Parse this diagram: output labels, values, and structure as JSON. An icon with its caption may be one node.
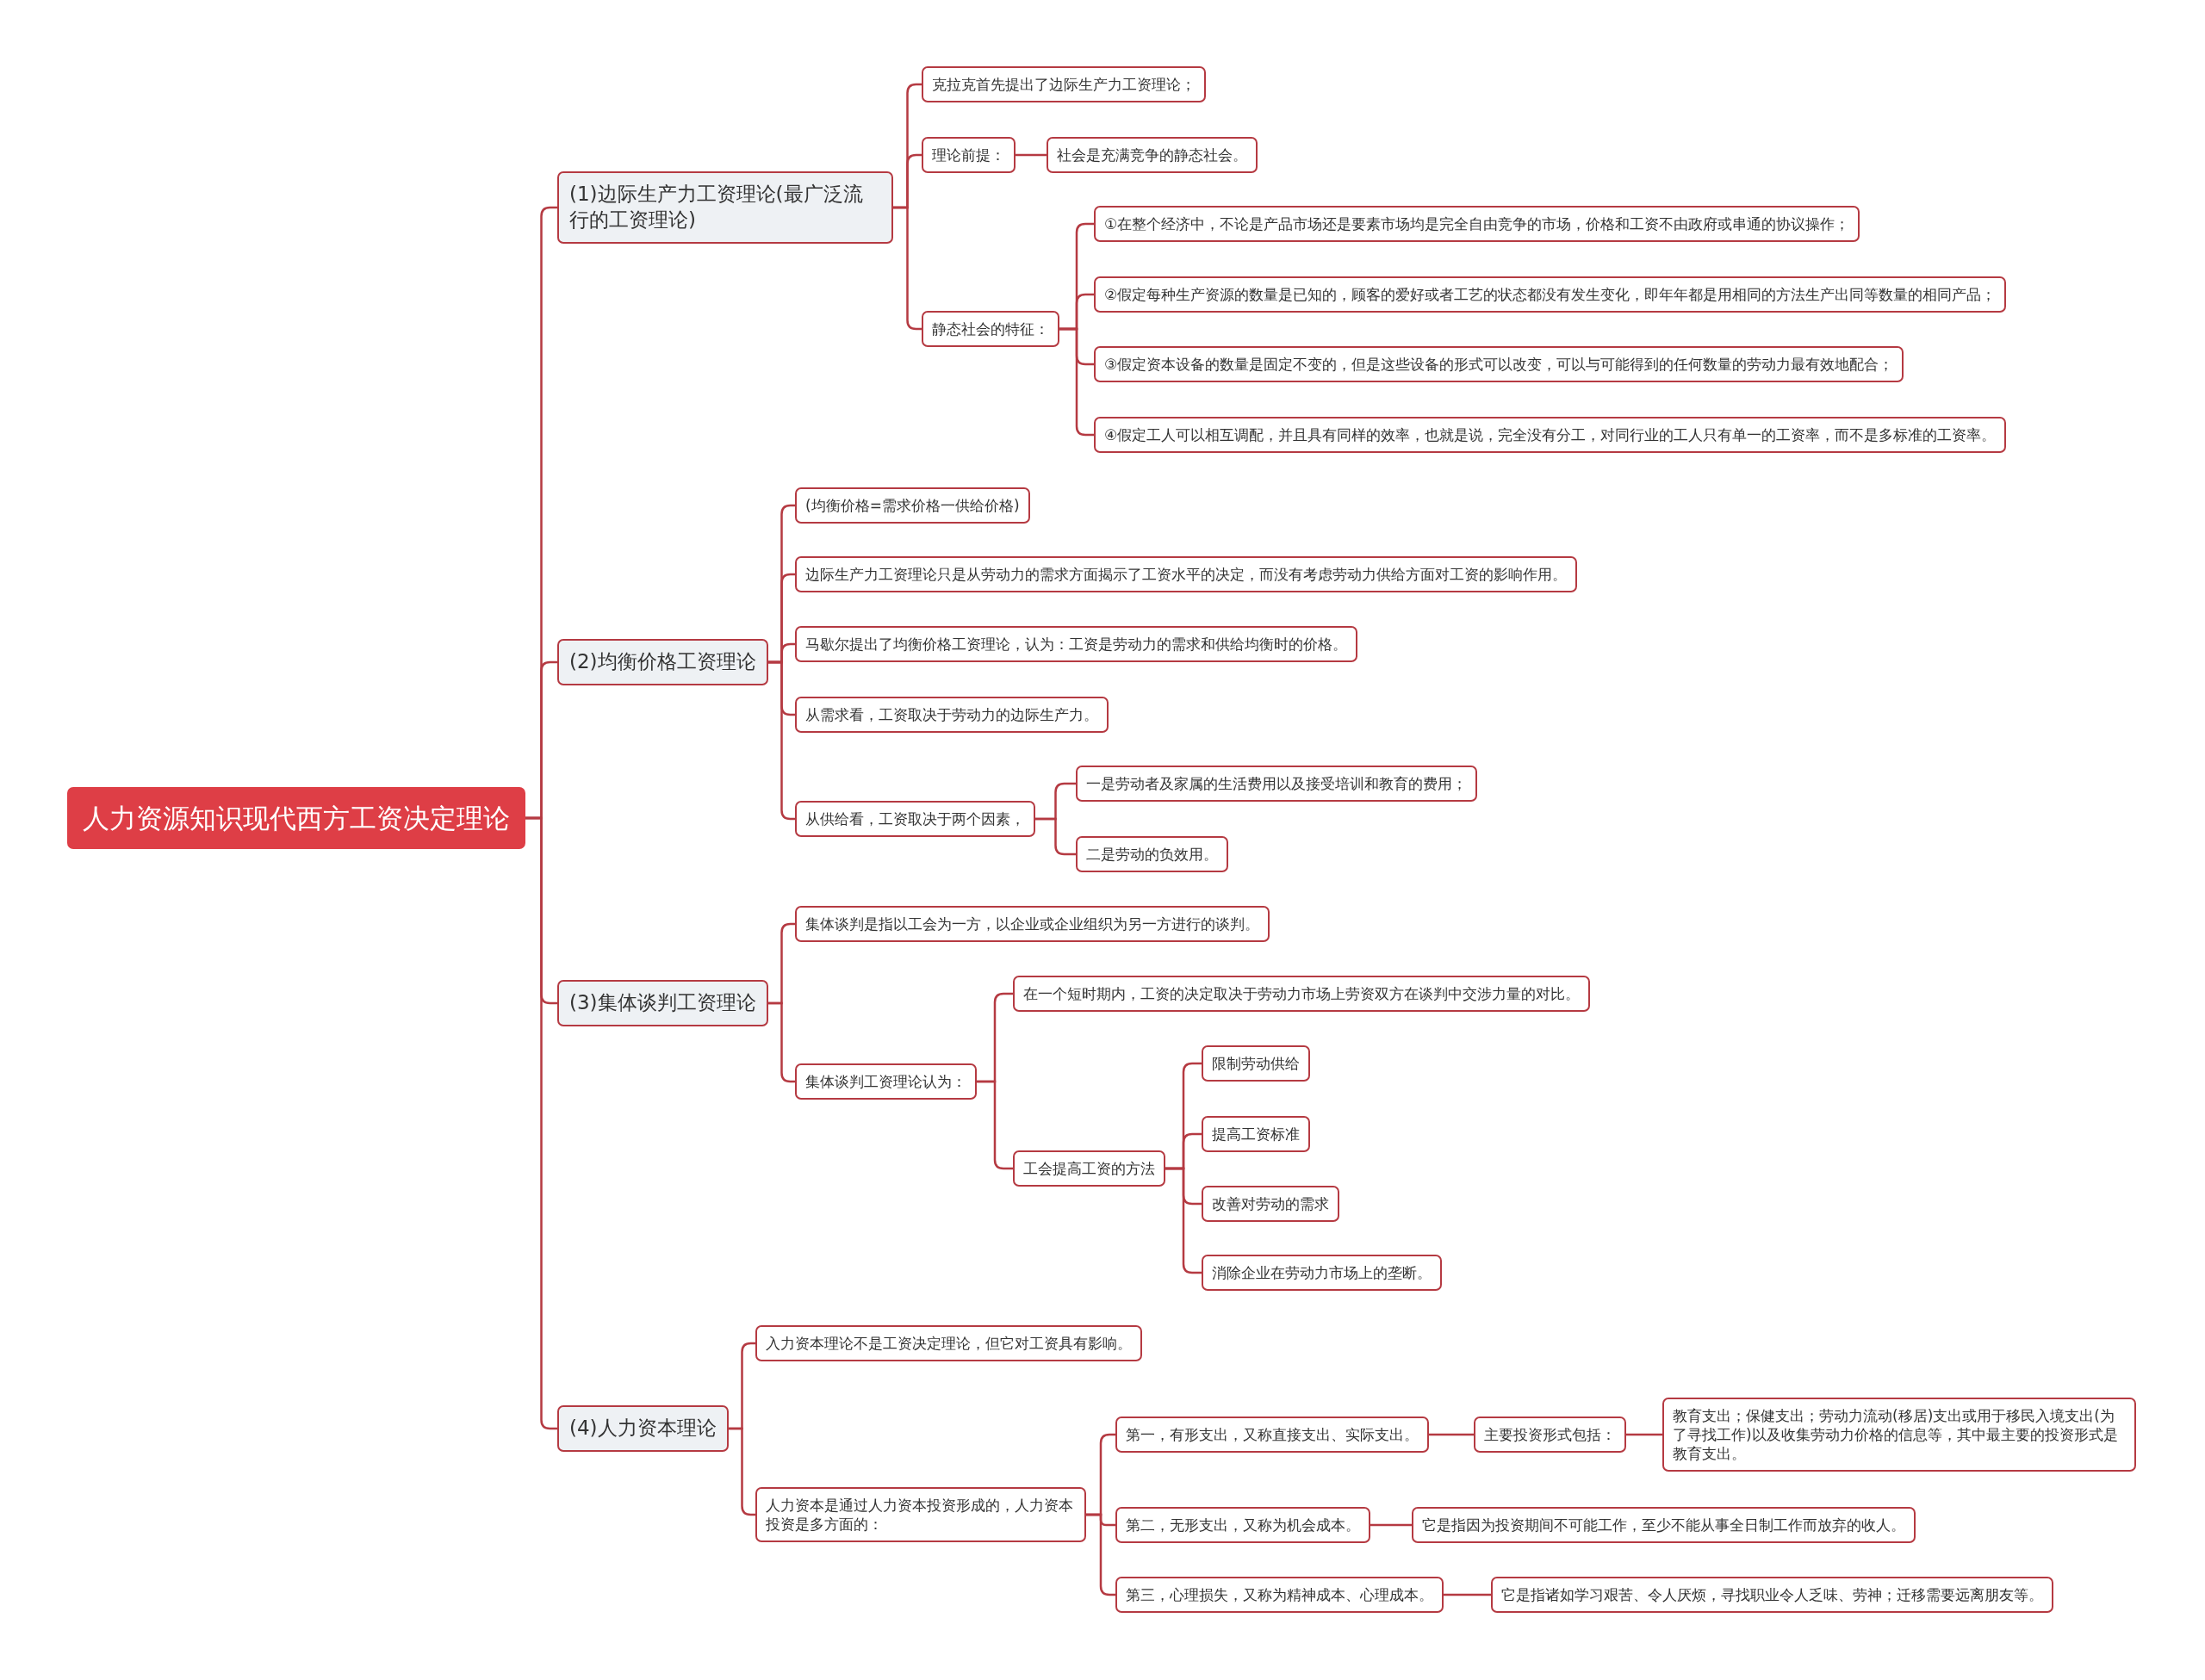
{
  "diagram": {
    "nodes": [
      {
        "text": [
          "人力资源知识现代西方工资决定理论"
        ]
      },
      {
        "text": [
          "(1)边际生产力工资理论(最广泛流行的工资理论)"
        ]
      },
      {
        "text": [
          "克拉克首先提出了边际生产力工资理论；"
        ]
      },
      {
        "text": [
          "理论前提："
        ]
      },
      {
        "text": [
          "社会是充满竞争的静态社会。"
        ]
      },
      {
        "text": [
          "静态社会的特征："
        ]
      },
      {
        "text": [
          "①在整个经济中，不论是产品市场还是要素市场均是完全自由竞争的市场，价格和工资不由政府或串通的协议操作；"
        ]
      },
      {
        "text": [
          "②假定每种生产资源的数量是已知的，顾客的爱好或者工艺的状态都没有发生变化，即年年都是用相同的方法生产出同等数量的相同产品；"
        ]
      },
      {
        "text": [
          "③假定资本设备的数量是固定不变的，但是这些设备的形式可以改变，可以与可能得到的任何数量的劳动力最有效地配合；"
        ]
      },
      {
        "text": [
          "④假定工人可以相互调配，并且具有同样的效率，也就是说，完全没有分工，对同行业的工人只有单一的工资率，而不是多标准的工资率。"
        ]
      },
      {
        "text": [
          "(2)均衡价格工资理论"
        ]
      },
      {
        "text": [
          "(均衡价格=需求价格一供给价格)"
        ]
      },
      {
        "text": [
          "边际生产力工资理论只是从劳动力的需求方面揭示了工资水平的决定，而没有考虑劳动力供给方面对工资的影响作用。"
        ]
      },
      {
        "text": [
          "马歇尔提出了均衡价格工资理论，认为：工资是劳动力的需求和供给均衡时的价格。"
        ]
      },
      {
        "text": [
          "从需求看，工资取决于劳动力的边际生产力。"
        ]
      },
      {
        "text": [
          "从供给看，工资取决于两个因素，"
        ]
      },
      {
        "text": [
          "一是劳动者及家属的生活费用以及接受培训和教育的费用；"
        ]
      },
      {
        "text": [
          "二是劳动的负效用。"
        ]
      },
      {
        "text": [
          "(3)集体谈判工资理论"
        ]
      },
      {
        "text": [
          "集体谈判是指以工会为一方，以企业或企业组织为另一方进行的谈判。"
        ]
      },
      {
        "text": [
          "集体谈判工资理论认为："
        ]
      },
      {
        "text": [
          "在一个短时期内，工资的决定取决于劳动力市场上劳资双方在谈判中交涉力量的对比。"
        ]
      },
      {
        "text": [
          "工会提高工资的方法"
        ]
      },
      {
        "text": [
          "限制劳动供给"
        ]
      },
      {
        "text": [
          "提高工资标准"
        ]
      },
      {
        "text": [
          "改善对劳动的需求"
        ]
      },
      {
        "text": [
          "消除企业在劳动力市场上的垄断。"
        ]
      },
      {
        "text": [
          "(4)人力资本理论"
        ]
      },
      {
        "text": [
          "入力资本理论不是工资决定理论，但它对工资具有影响。"
        ]
      },
      {
        "text": [
          "人力资本是通过人力资本投资形成的，人力资本投资是多方面的："
        ]
      },
      {
        "text": [
          "第一，有形支出，又称直接支出、实际支出。"
        ]
      },
      {
        "text": [
          "主要投资形式包括："
        ]
      },
      {
        "text": [
          "教育支出；保健支出；劳动力流动(移居)支出或用于移民入境支出(为了寻找工作)以及收集劳动力价格的信息等，其中最主要的投资形式是教育支出。"
        ]
      },
      {
        "text": [
          "第二，无形支出，又称为机会成本。"
        ]
      },
      {
        "text": [
          "它是指因为投资期间不可能工作，至少不能从事全日制工作而放弃的收人。"
        ]
      },
      {
        "text": [
          "第三，心理损失，又称为精神成本、心理成本。"
        ]
      },
      {
        "text": [
          "它是指诸如学习艰苦、令人厌烦，寻找职业令人乏味、劳神；迁移需要远离朋友等。"
        ]
      }
    ],
    "edges": [
      {
        "from": 0,
        "to": 1,
        "arrow": "none"
      },
      {
        "from": 0,
        "to": 10,
        "arrow": "none"
      },
      {
        "from": 0,
        "to": 18,
        "arrow": "none"
      },
      {
        "from": 0,
        "to": 27,
        "arrow": "none"
      },
      {
        "from": 1,
        "to": 2,
        "arrow": "none"
      },
      {
        "from": 1,
        "to": 3,
        "arrow": "none"
      },
      {
        "from": 1,
        "to": 5,
        "arrow": "none"
      },
      {
        "from": 3,
        "to": 4,
        "arrow": "none"
      },
      {
        "from": 5,
        "to": 6,
        "arrow": "none"
      },
      {
        "from": 5,
        "to": 7,
        "arrow": "none"
      },
      {
        "from": 5,
        "to": 8,
        "arrow": "none"
      },
      {
        "from": 5,
        "to": 9,
        "arrow": "none"
      },
      {
        "from": 10,
        "to": 11,
        "arrow": "none"
      },
      {
        "from": 10,
        "to": 12,
        "arrow": "none"
      },
      {
        "from": 10,
        "to": 13,
        "arrow": "none"
      },
      {
        "from": 10,
        "to": 14,
        "arrow": "none"
      },
      {
        "from": 10,
        "to": 15,
        "arrow": "none"
      },
      {
        "from": 15,
        "to": 16,
        "arrow": "none"
      },
      {
        "from": 15,
        "to": 17,
        "arrow": "none"
      },
      {
        "from": 18,
        "to": 19,
        "arrow": "none"
      },
      {
        "from": 18,
        "to": 20,
        "arrow": "none"
      },
      {
        "from": 20,
        "to": 21,
        "arrow": "none"
      },
      {
        "from": 20,
        "to": 22,
        "arrow": "none"
      },
      {
        "from": 22,
        "to": 23,
        "arrow": "none"
      },
      {
        "from": 22,
        "to": 24,
        "arrow": "none"
      },
      {
        "from": 22,
        "to": 25,
        "arrow": "none"
      },
      {
        "from": 22,
        "to": 26,
        "arrow": "none"
      },
      {
        "from": 27,
        "to": 28,
        "arrow": "none"
      },
      {
        "from": 27,
        "to": 29,
        "arrow": "none"
      },
      {
        "from": 29,
        "to": 30,
        "arrow": "none"
      },
      {
        "from": 29,
        "to": 33,
        "arrow": "none"
      },
      {
        "from": 29,
        "to": 35,
        "arrow": "none"
      },
      {
        "from": 30,
        "to": 31,
        "arrow": "none"
      },
      {
        "from": 31,
        "to": 32,
        "arrow": "none"
      },
      {
        "from": 33,
        "to": 34,
        "arrow": "none"
      },
      {
        "from": 35,
        "to": 36,
        "arrow": "none"
      }
    ]
  }
}
